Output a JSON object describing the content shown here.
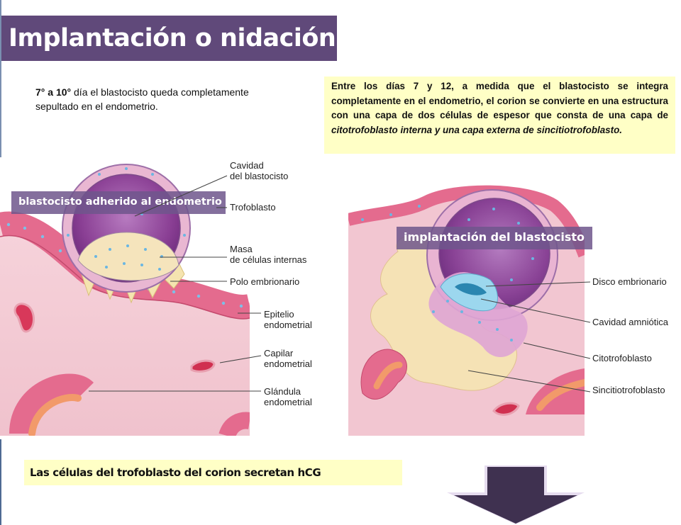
{
  "slide": {
    "title": "Implantación o nidación",
    "colors": {
      "title_bg": "#60497a",
      "note_bg": "#ffffc6",
      "overlay_bg": "#6e568c",
      "arrow_fill": "#3f3150"
    }
  },
  "intro": {
    "bold_prefix": "7° a 10°",
    "text": " día el blastocisto queda completamente sepultado en el endometrio."
  },
  "note": {
    "text_plain": "Entre los días 7 y 12, a medida que el blastocisto se integra completamente en el endometrio, el corion se convierte en una estructura con una capa de dos células de espesor que consta de una capa de ",
    "text_italic": "citotrofoblasto interna y una capa externa de sincitiotrofoblasto."
  },
  "figure_left": {
    "overlay_label": "blastocisto adherido al endometrio",
    "labels": [
      {
        "line1": "Cavidad",
        "line2": "del blastocisto"
      },
      {
        "line1": "Trofoblasto",
        "line2": ""
      },
      {
        "line1": "Masa",
        "line2": "de células internas"
      },
      {
        "line1": "Polo embrionario",
        "line2": ""
      },
      {
        "line1": "Epitelio",
        "line2": "endometrial"
      },
      {
        "line1": "Capilar",
        "line2": "endometrial"
      },
      {
        "line1": "Glándula",
        "line2": "endometrial"
      }
    ]
  },
  "figure_right": {
    "overlay_label": "implantación del blastocisto",
    "labels": [
      {
        "line1": "Disco embrionario"
      },
      {
        "line1": "Cavidad amniótica"
      },
      {
        "line1": "Citotrofoblasto"
      },
      {
        "line1": "Sincitiotrofoblasto"
      }
    ]
  },
  "footer": {
    "note": "Las células del trofoblasto del corion secretan hCG",
    "arrow_icon": "down-arrow-icon"
  }
}
